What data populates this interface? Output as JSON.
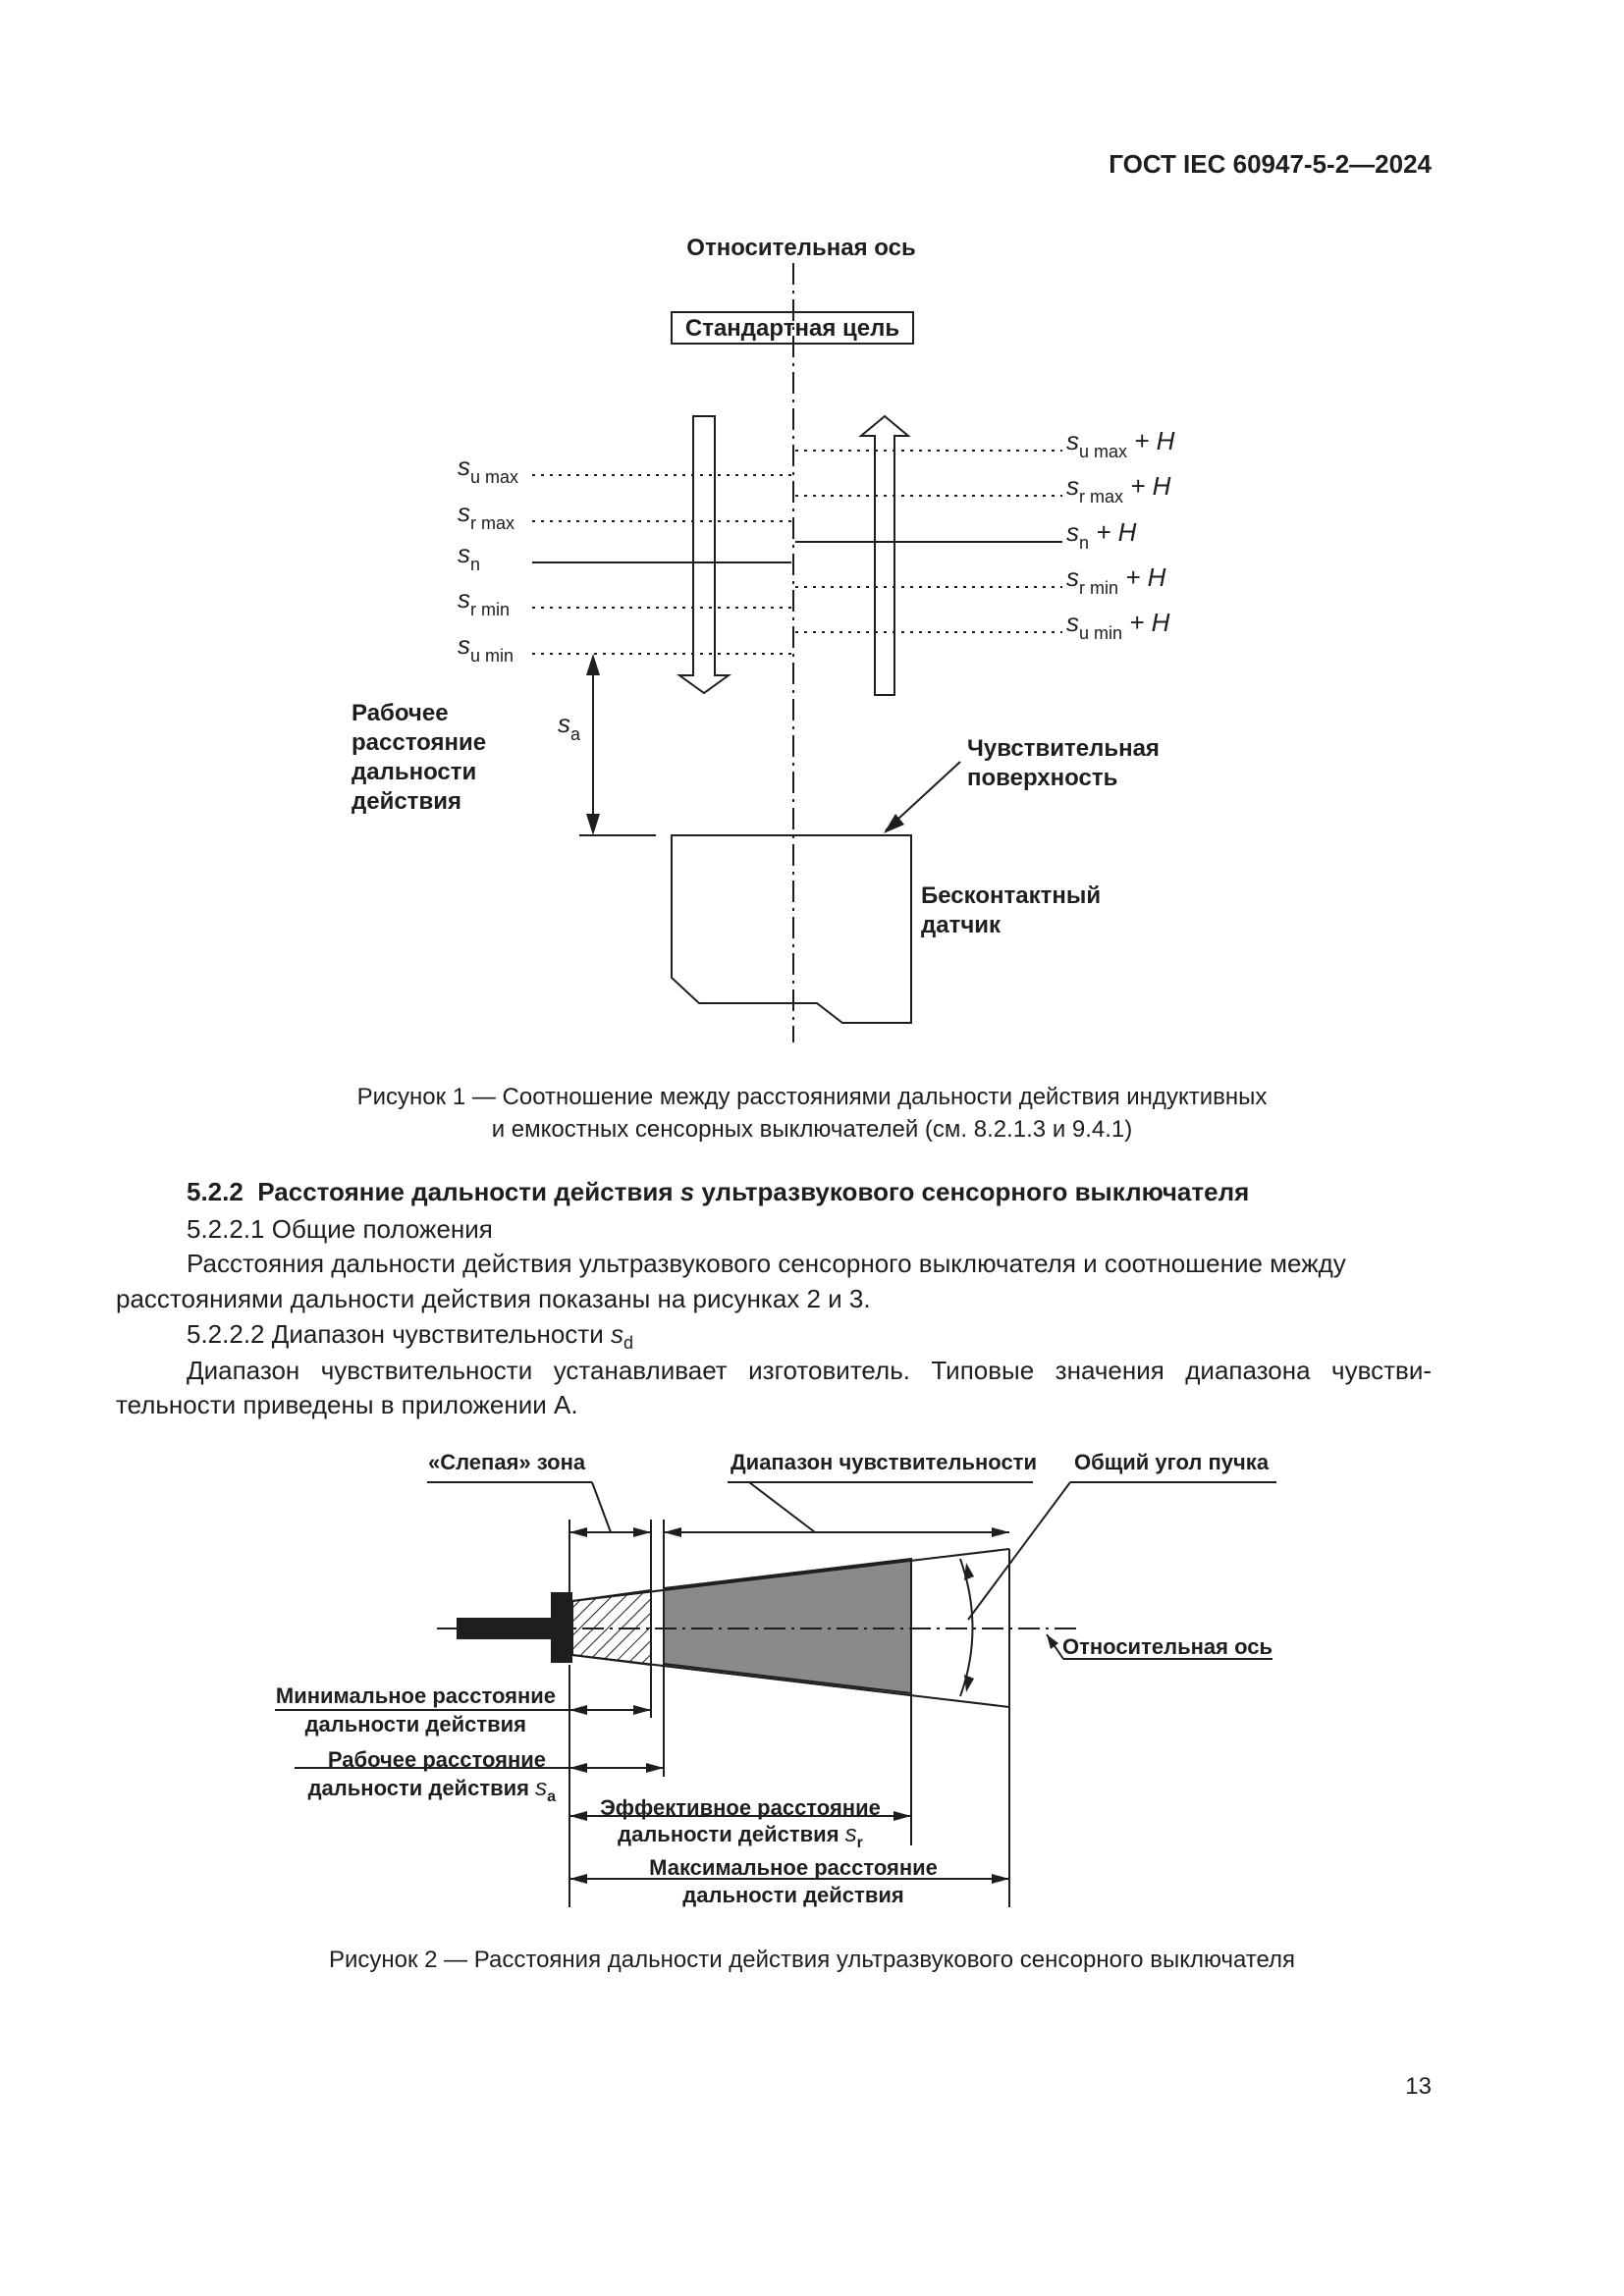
{
  "header": {
    "standard": "ГОСТ IEC 60947-5-2—2024"
  },
  "figure1": {
    "axis_label": "Относительная ось",
    "target_label": "Стандартная цель",
    "left_levels": [
      {
        "main": "s",
        "sub": "u max"
      },
      {
        "main": "s",
        "sub": "r max"
      },
      {
        "main": "s",
        "sub": "n"
      },
      {
        "main": "s",
        "sub": "r min"
      },
      {
        "main": "s",
        "sub": "u min"
      }
    ],
    "right_levels": [
      {
        "main": "s",
        "sub": "u max",
        "suffix": " + H"
      },
      {
        "main": "s",
        "sub": "r max",
        "suffix": " + H"
      },
      {
        "main": "s",
        "sub": "n",
        "suffix": " + H"
      },
      {
        "main": "s",
        "sub": "r min",
        "suffix": " + H"
      },
      {
        "main": "s",
        "sub": "u min",
        "suffix": " + H"
      }
    ],
    "sa_main": "s",
    "sa_sub": "a",
    "working_distance_lines": [
      "Рабочее",
      "расстояние",
      "дальности",
      "действия"
    ],
    "sensing_surface_lines": [
      "Чувствительная",
      "поверхность"
    ],
    "sensor_lines": [
      "Бесконтактный",
      "датчик"
    ],
    "caption_line1": "Рисунок 1 — Соотношение между расстояниями дальности действия индуктивных",
    "caption_line2": "и емкостных сенсорных выключателей (см. 8.2.1.3 и 9.4.1)"
  },
  "section": {
    "heading_num": "5.2.2",
    "heading_pre": "Расстояние дальности действия ",
    "heading_var": "s",
    "heading_post": " ультразвукового сенсорного выключателя",
    "sub1": "5.2.2.1  Общие положения",
    "para1_line1": "Расстояния дальности действия ультразвукового сенсорного выключателя и соотношение между",
    "para1_line2": "расстояниями дальности действия показаны на рисунках  2 и 3.",
    "sub2_text": "5.2.2.2  Диапазон чувствительности ",
    "sub2_var": "s",
    "sub2_sub": "d",
    "para2_line1": "Диапазон чувствительности устанавливает изготовитель. Типовые значения диапазона чувстви-",
    "para2_line2": "тельности приведены в приложении  А."
  },
  "figure2": {
    "blind_zone": "«Слепая» зона",
    "sensing_range": "Диапазон чувствительности",
    "beam_angle": "Общий угол пучка",
    "reference_axis": "Относительная ось",
    "min_distance_lines": [
      "Минимальное расстояние",
      "дальности действия"
    ],
    "working_line1": "Рабочее расстояние",
    "working_line2": "дальности действия ",
    "working_var": "s",
    "working_sub": "a",
    "effective_line1": "Эффективное расстояние",
    "effective_line2": "дальности действия ",
    "effective_var": "s",
    "effective_sub": "r",
    "max_distance_lines": [
      "Максимальное расстояние",
      "дальности действия"
    ],
    "caption": "Рисунок 2 — Расстояния дальности действия ультразвукового сенсорного выключателя"
  },
  "page_number": "13",
  "colors": {
    "text": "#1e1e1e",
    "sensing_fill": "#8a8a8a",
    "paper": "#ffffff"
  }
}
